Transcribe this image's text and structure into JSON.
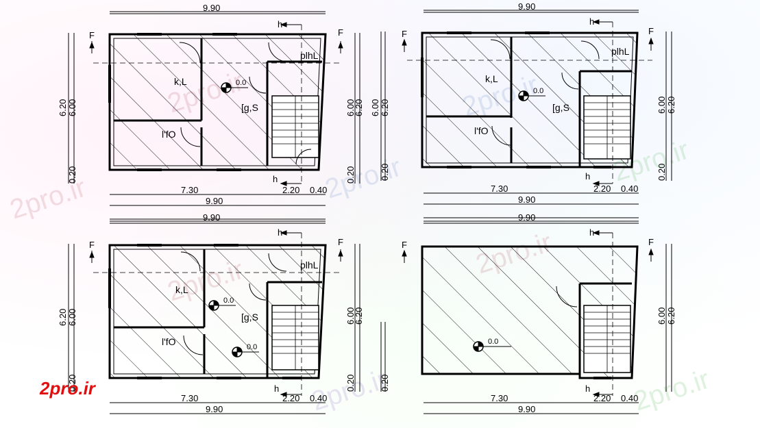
{
  "watermark": {
    "text": "2pro.ir"
  },
  "logo": {
    "text": "2pro.ir",
    "color": "#e01010"
  },
  "plans": [
    {
      "top_dim": "9.90",
      "bottom_dims": [
        "7.30",
        "2.20",
        "0.40"
      ],
      "bottom_total": "9.90",
      "left_dims": [
        "6.20",
        "6.00",
        "0.20"
      ],
      "right_dims": [
        "6.00",
        "6.20",
        "0.20"
      ],
      "section_mark": "F",
      "cut_mark": "h",
      "rooms": [
        "k,L",
        "[g,S",
        "l'fO",
        "plhL"
      ],
      "levels": [
        "0.0"
      ]
    },
    {
      "top_dim": "9.90",
      "bottom_dims": [
        "7.30",
        "2.20",
        "0.40"
      ],
      "bottom_total": "9.90",
      "left_dims": [
        "6.00",
        "6.20",
        "0.20"
      ],
      "right_dims": [
        "6.00",
        "6.20",
        "0.20"
      ],
      "section_mark": "F",
      "cut_mark": "h",
      "rooms": [
        "k,L",
        "[g,S",
        "l'fO",
        "plhL"
      ],
      "levels": [
        "0.0"
      ]
    },
    {
      "top_dim": "9.90",
      "bottom_dims": [
        "7.30",
        "2.20",
        "0.40"
      ],
      "bottom_total": "9.90",
      "left_dims": [
        "6.20",
        "6.00",
        "0.20"
      ],
      "right_dims": [
        "6.00",
        "6.20",
        "0.20"
      ],
      "section_mark": "F",
      "cut_mark": "h",
      "rooms": [
        "k,L",
        "[g,S",
        "l'fO",
        "plhL"
      ],
      "levels": [
        "0.0",
        "0.0"
      ]
    },
    {
      "top_dim": "9.90",
      "bottom_dims": [
        "7.30",
        "2.20",
        "0.40"
      ],
      "bottom_total": "9.90",
      "left_dims": [
        "0.20"
      ],
      "right_dims": [
        "6.00",
        "6.20"
      ],
      "section_mark": "F",
      "cut_mark": "h",
      "rooms": [],
      "levels": [
        "0.0"
      ]
    }
  ],
  "colors": {
    "line": "#000000",
    "accent": "#e01010"
  }
}
